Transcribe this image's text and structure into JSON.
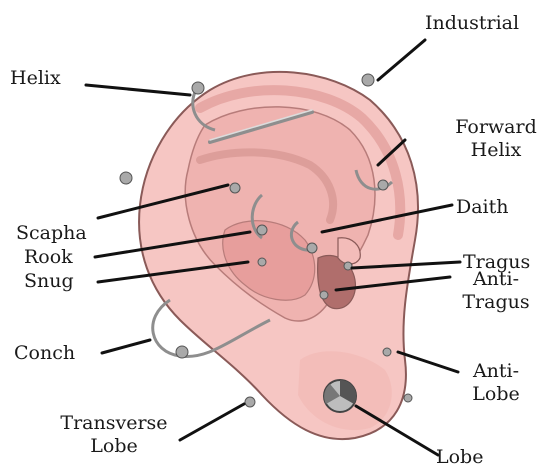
{
  "colors": {
    "skin_outer": "#f6c6c3",
    "skin_mid": "#efb3b0",
    "skin_inner": "#e79e9c",
    "shadow": "#c98a88",
    "outline": "#8a5a58",
    "canal": "#b06e6c",
    "jewelry": "#8e8e8e",
    "leader": "#111111"
  },
  "labels": {
    "industrial": "Industrial",
    "helix": "Helix",
    "forward_helix": [
      "Forward",
      "Helix"
    ],
    "daith": "Daith",
    "scapha": "Scapha",
    "tragus": "Tragus",
    "rook": "Rook",
    "snug": "Snug",
    "anti_tragus": [
      "Anti-",
      "Tragus"
    ],
    "conch": "Conch",
    "anti_lobe": [
      "Anti-",
      "Lobe"
    ],
    "transverse_lobe": [
      "Transverse",
      "Lobe"
    ],
    "lobe": "Lobe"
  }
}
